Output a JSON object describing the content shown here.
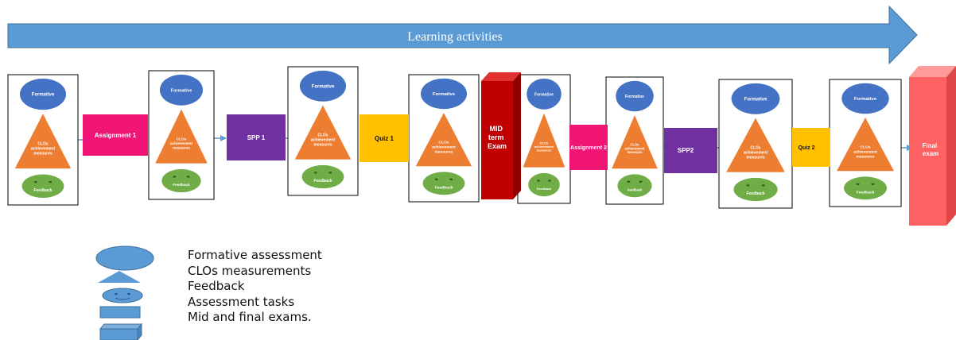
{
  "banner": {
    "label": "Learning activities",
    "color": "#5b9bd5"
  },
  "shapes": {
    "circle_label": "Formative",
    "triangle_label": "CLOs achievement measures",
    "face_label": "Feedback"
  },
  "tasks": {
    "assignment1": "Assignment 1",
    "spp1": "SPP 1",
    "quiz1": "Quiz 1",
    "midterm": "MID term Exam",
    "assignment2": "Assignment 2",
    "spp2": "SPP2",
    "quiz2": "Quiz 2",
    "final": "Final exam"
  },
  "legend": {
    "formative": "Formative assessment",
    "clos": "CLOs measurements",
    "feedback": "Feedback",
    "tasks": "Assessment tasks",
    "exams": "Mid and final exams."
  },
  "colors": {
    "circle": "#4472c4",
    "triangle": "#ed7d31",
    "face": "#70ad47",
    "assignment": "#f01574",
    "spp": "#7030a0",
    "quiz": "#ffc000",
    "midterm": "#c00000",
    "final": "#ff6262",
    "connector": "#5b9bd5",
    "legend_shape": "#5b9bd5"
  }
}
